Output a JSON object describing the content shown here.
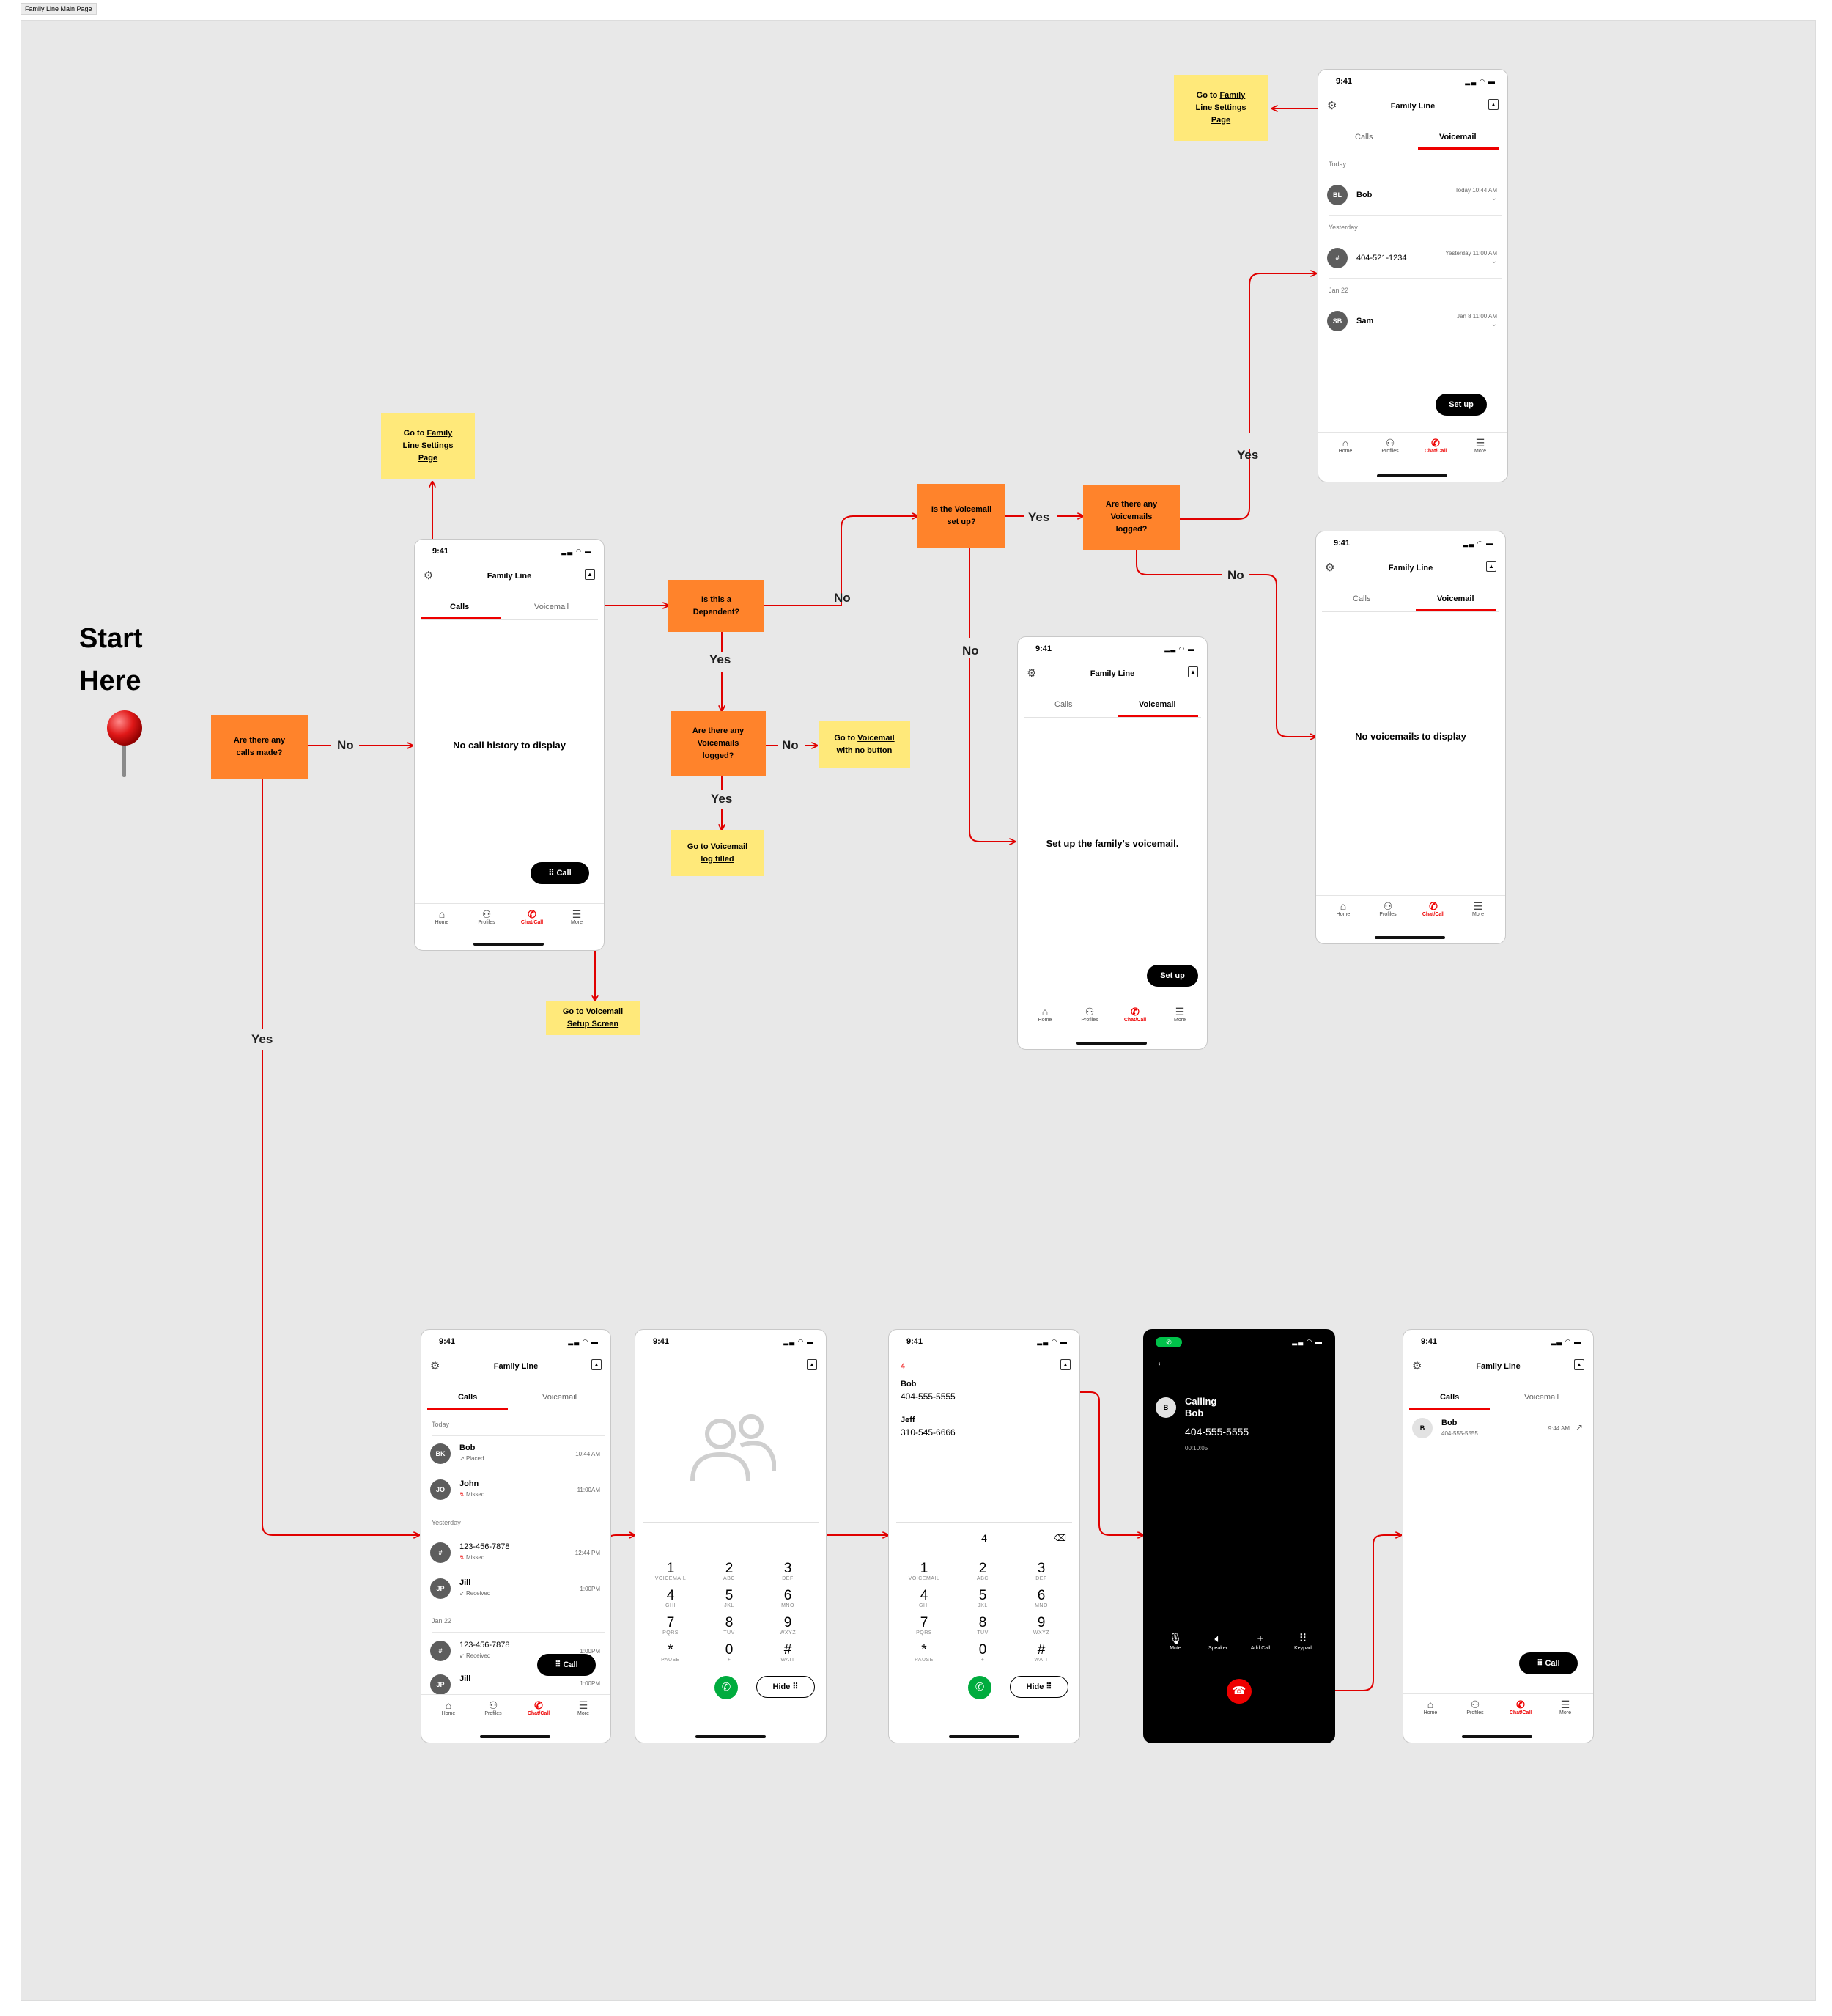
{
  "frame_label": "Family Line Main Page",
  "start": {
    "line1": "Start",
    "line2": "Here"
  },
  "decisions": {
    "calls_made": "Are there any calls made?",
    "dependent": "Is this a Dependent?",
    "voicemails_logged_left": "Are there any Voicemails logged?",
    "voicemail_setup": "Is the Voicemail set up?",
    "voicemails_logged_right": "Are there any Voicemails logged?"
  },
  "notes": {
    "settings_top": {
      "pre": "Go to ",
      "link": "Family Line Settings Page"
    },
    "settings_mid": {
      "pre": "Go to ",
      "link": "Family Line Settings Page"
    },
    "vm_no_button": {
      "pre": "Go to ",
      "link": "Voicemail",
      "post": "with no button"
    },
    "vm_log_filled": {
      "pre": "Go to ",
      "link": "Voicemail",
      "post": "log filled"
    },
    "vm_setup_screen": {
      "pre": "Go to ",
      "link": "Voicemail",
      "post": "Setup Screen"
    }
  },
  "labels": {
    "yes": "Yes",
    "no": "No"
  },
  "app": {
    "time": "9:41",
    "title": "Family Line",
    "tab_calls": "Calls",
    "tab_voicemail": "Voicemail",
    "call_button": "Call",
    "setup_button": "Set up",
    "hide_button": "Hide",
    "nav": [
      "Home",
      "Profiles",
      "Chat/Call",
      "More"
    ]
  },
  "empty_states": {
    "calls": "No call history to display",
    "voicemail_setup": "Set up the family's voicemail.",
    "voicemails": "No voicemails to display"
  },
  "voicemail_log": {
    "sections": [
      "Today",
      "Yesterday",
      "Jan 22"
    ],
    "items": [
      {
        "initials": "BL",
        "name": "Bob",
        "time": "Today 10:44 AM"
      },
      {
        "initials": "#",
        "name": "404-521-1234",
        "time": "Yesterday 11:00 AM"
      },
      {
        "initials": "SB",
        "name": "Sam",
        "time": "Jan 8 11:00 AM"
      }
    ]
  },
  "call_log": {
    "sections": [
      "Today",
      "Yesterday",
      "Jan 22"
    ],
    "items": [
      {
        "initials": "BK",
        "name": "Bob",
        "status": "Placed",
        "time": "10:44 AM"
      },
      {
        "initials": "JO",
        "name": "John",
        "status": "Missed",
        "time": "11:00AM"
      },
      {
        "initials": "#",
        "name": "123-456-7878",
        "status": "Missed",
        "time": "12:44 PM"
      },
      {
        "initials": "JP",
        "name": "Jill",
        "status": "Received",
        "time": "1:00PM"
      },
      {
        "initials": "#",
        "name": "123-456-7878",
        "status": "Received",
        "time": "1:00PM"
      },
      {
        "initials": "JP",
        "name": "Jill",
        "status": "",
        "time": "1:00PM"
      }
    ]
  },
  "keypad": [
    {
      "n": "1",
      "l": "VOICEMAIL"
    },
    {
      "n": "2",
      "l": "ABC"
    },
    {
      "n": "3",
      "l": "DEF"
    },
    {
      "n": "4",
      "l": "GHI"
    },
    {
      "n": "5",
      "l": "JKL"
    },
    {
      "n": "6",
      "l": "MNO"
    },
    {
      "n": "7",
      "l": "PQRS"
    },
    {
      "n": "8",
      "l": "TUV"
    },
    {
      "n": "9",
      "l": "WXYZ"
    },
    {
      "n": "*",
      "l": "PAUSE"
    },
    {
      "n": "0",
      "l": "+"
    },
    {
      "n": "#",
      "l": "WAIT"
    }
  ],
  "dialer_search": {
    "typed": "4",
    "results": [
      {
        "name": "Bob",
        "number": "404-555-5555"
      },
      {
        "name": "Jeff",
        "number": "310-545-6666"
      }
    ],
    "display": "4"
  },
  "calling": {
    "initial": "B",
    "label": "Calling",
    "name": "Bob",
    "number": "404-555-5555",
    "duration": "00:10:05",
    "controls": [
      "Mute",
      "Speaker",
      "Add Call",
      "Keypad"
    ]
  },
  "recent_call": {
    "initial": "B",
    "name": "Bob",
    "number": "404-555-5555",
    "time": "9:44 AM"
  },
  "colors": {
    "accent": "#ee0000",
    "decision": "#ff832b",
    "note": "#ffe97a",
    "canvas": "#e8e8e8",
    "green": "#00ac3e"
  }
}
